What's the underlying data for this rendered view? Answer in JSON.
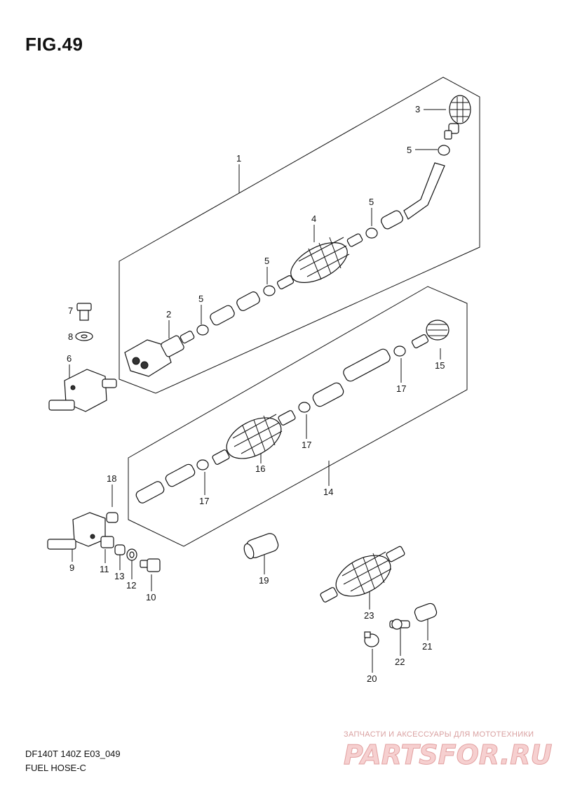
{
  "figure": {
    "title": "FIG.49"
  },
  "footer": {
    "model_code": "DF140T 140Z E03_049",
    "section_name": "FUEL HOSE-C"
  },
  "watermark": {
    "tagline": "ЗАПЧАСТИ И АКСЕССУАРЫ ДЛЯ МОТОТЕХНИКИ",
    "logo_text": "PARTSFOR.RU",
    "color": "#c8102e"
  },
  "callouts": {
    "c1": "1",
    "c2": "2",
    "c3": "3",
    "c4": "4",
    "c5a": "5",
    "c5b": "5",
    "c5c": "5",
    "c5d": "5",
    "c6": "6",
    "c7": "7",
    "c8": "8",
    "c9": "9",
    "c10": "10",
    "c11": "11",
    "c12": "12",
    "c13": "13",
    "c14": "14",
    "c15": "15",
    "c16": "16",
    "c17a": "17",
    "c17b": "17",
    "c17c": "17",
    "c18": "18",
    "c19": "19",
    "c20": "20",
    "c21": "21",
    "c22": "22",
    "c23": "23"
  }
}
